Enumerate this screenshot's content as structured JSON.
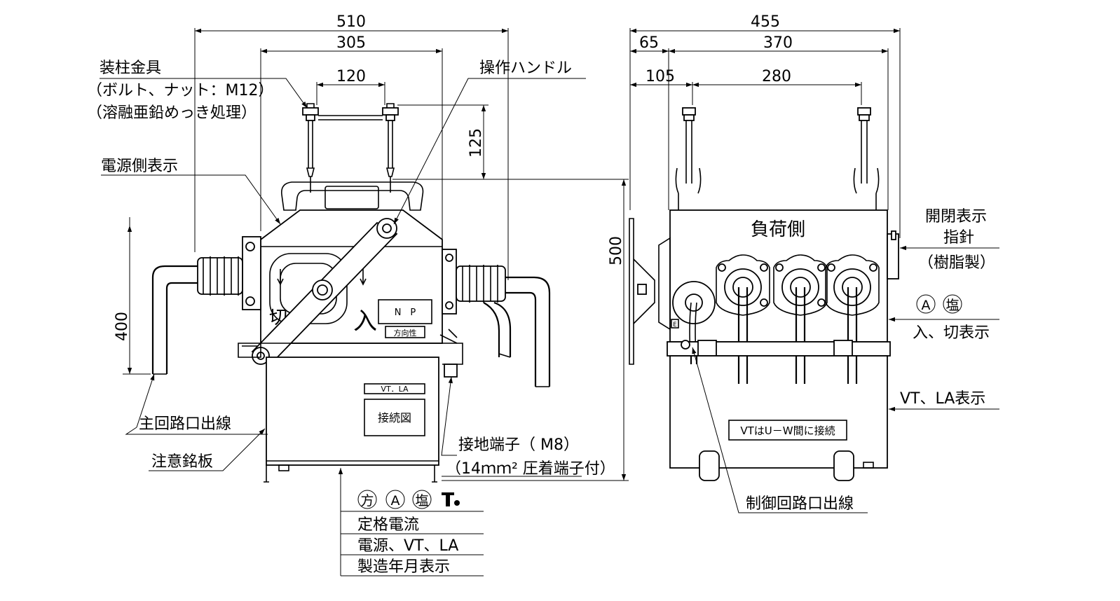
{
  "dimensions": {
    "d510": "510",
    "d305": "305",
    "d120": "120",
    "d125": "125",
    "d400": "400",
    "d455": "455",
    "d65": "65",
    "d370": "370",
    "d105": "105",
    "d280": "280",
    "d500": "500"
  },
  "labels": {
    "pole_fitting_1": "装柱金具",
    "pole_fitting_2": "（ボルト、ナット：M12）",
    "pole_fitting_3": "（溶融亜鉛めっき処理）",
    "source_side": "電源側表示",
    "handle": "操作ハンドル",
    "main_lead": "主回路口出線",
    "caution_plate": "注意銘板",
    "ground_1": "接地端子（ M8）",
    "ground_2": "（14ｍｍ² 圧着端子付）",
    "rated_current": "定格電流",
    "source_vt_la": "電源、VT、LA",
    "manufacture": "製造年月表示",
    "open_close_1": "開閉表示",
    "open_close_2": "指針",
    "open_close_3": "（樹脂製）",
    "on_off": "入、切表示",
    "vt_la_display": "VT、LA表示",
    "control_lead": "制御回路口出線"
  },
  "symbols": {
    "hou": "方",
    "a": "A",
    "en": "塩"
  },
  "body_marks": {
    "np": "N　P",
    "direction": "方向性",
    "iri": "入",
    "kiri": "切",
    "vt_la": "VT．LA",
    "connection": "接続図",
    "load_side": "負荷側",
    "vt_note": "VTはU－W間に接続",
    "e": "E"
  }
}
